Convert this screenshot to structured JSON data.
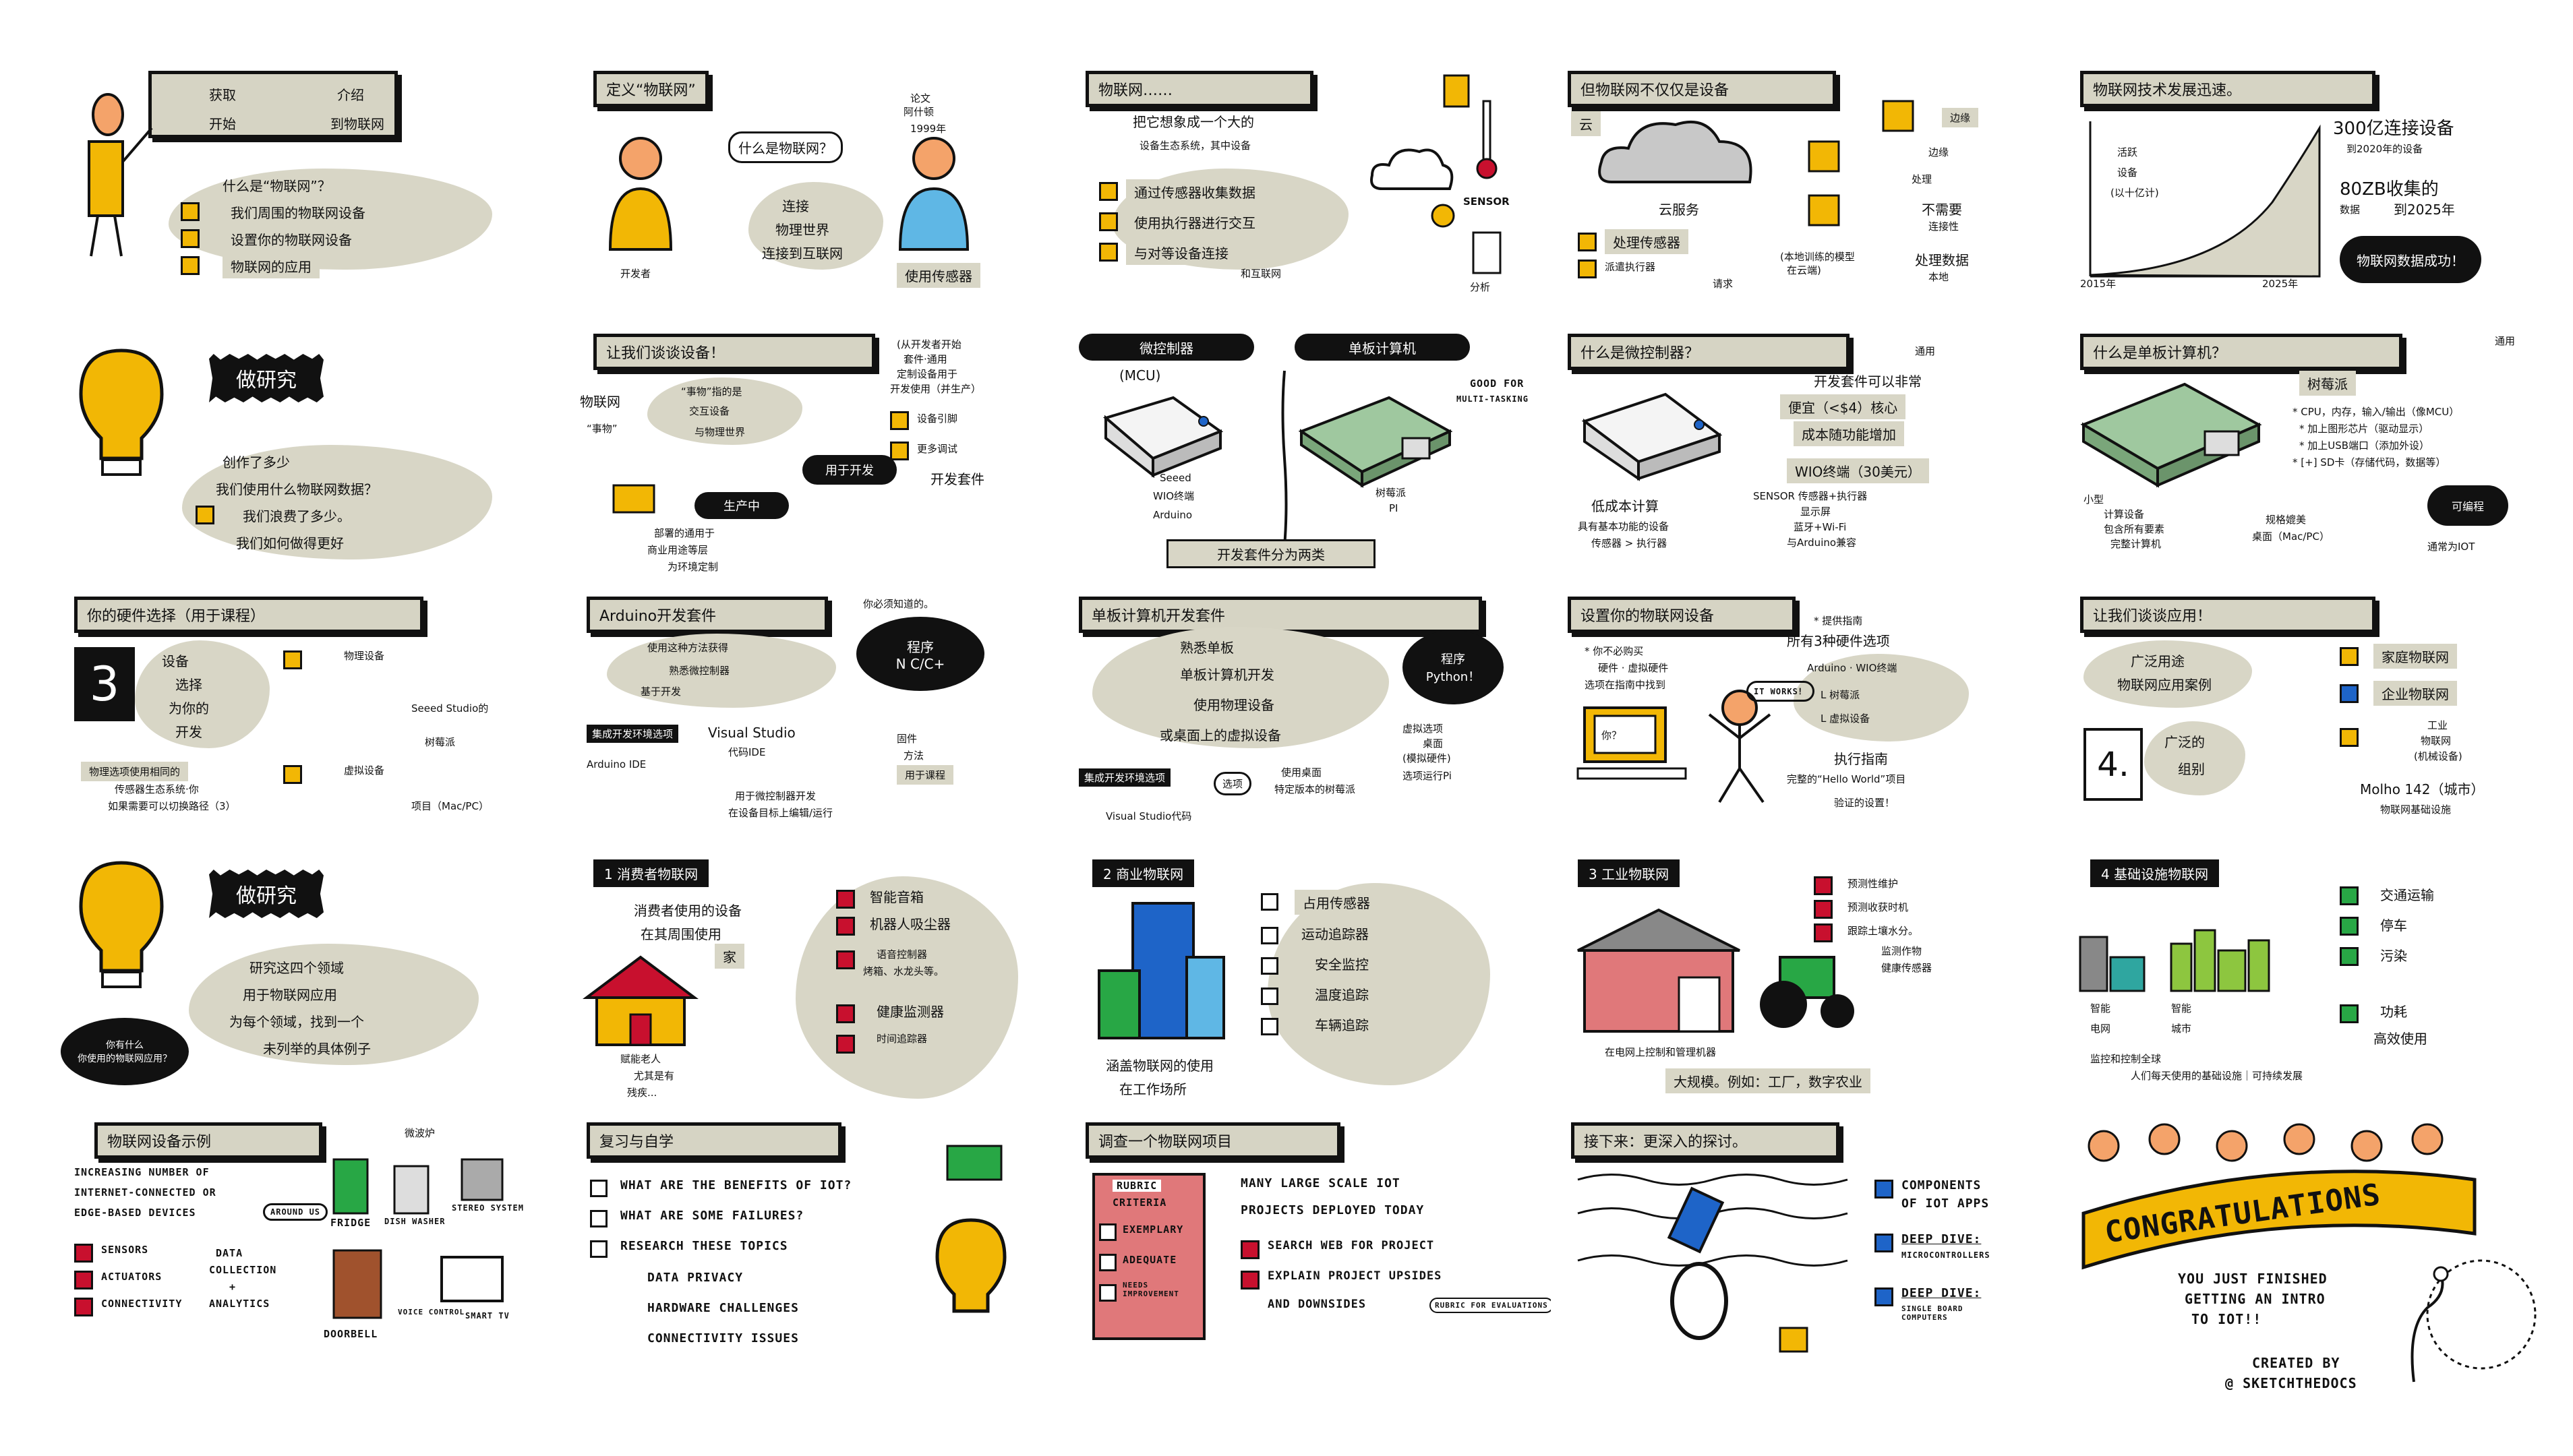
{
  "colors": {
    "tag": "#d8d6c6",
    "yellow": "#f2b705",
    "red": "#c8102e",
    "blue": "#1e64c8",
    "green": "#28a745",
    "ink": "#111111"
  },
  "p1": {
    "h1": "获取",
    "h2": "介绍",
    "h3": "开始",
    "h4": "到物联网",
    "q": "什么是“物联网”？",
    "i1": "我们周围的物联网设备",
    "i2": "设置你的物联网设备",
    "i3": "物联网的应用"
  },
  "p2": {
    "h": "定义“物联网”",
    "bubble": "什么是物联网？",
    "paper1": "论文",
    "paper2": "阿什顿",
    "paper3": "1999年",
    "c1": "连接",
    "c2": "物理世界",
    "c3": "连接到互联网",
    "dev": "开发者",
    "sensor": "使用传感器"
  },
  "p3": {
    "h": "物联网……",
    "t1": "把它想象成一个大的",
    "t2": "设备生态系统，其中设备",
    "i1": "通过传感器收集数据",
    "i2": "使用执行器进行交互",
    "i3": "与对等设备连接",
    "f": "和互联网",
    "l1": "SENSOR",
    "l2": "分析"
  },
  "p4": {
    "h": "但物联网不仅仅是设备",
    "cloud": "云",
    "edge": "边缘",
    "edge2": "边缘",
    "svc": "云服务",
    "proc": "处理传感器",
    "exec": "派遣执行器",
    "r1": "处理",
    "r2": "不需要",
    "r3": "连接性",
    "r4": "处理数据",
    "r5": "本地",
    "m1": "(本地训练的模型",
    "m2": "在云端)",
    "req": "请求"
  },
  "p5": {
    "h": "物联网技术发展迅速。",
    "y1": "活跃",
    "y2": "设备",
    "y3": "(以十亿计)",
    "s1": "300亿连接设备",
    "s2": "到2020年的设备",
    "s3": "80ZB收集的",
    "s4": "数据",
    "s5": "到2025年",
    "x1": "2015年",
    "x2": "2025年",
    "ok": "物联网数据成功！"
  },
  "p6": {
    "h": "做研究",
    "i1": "创作了多少",
    "i2": "我们使用什么物联网数据？",
    "i3": "我们浪费了多少。",
    "i4": "我们如何做得更好"
  },
  "p7": {
    "h": "让我们谈谈设备！",
    "l1": "物联网",
    "l2": "“事物”",
    "t1": "“事物”指的是",
    "t2": "交互设备",
    "t3": "与物理世界",
    "dev": "用于开发",
    "prod": "生产中",
    "p1": "部署的通用于",
    "p2": "商业用途等层",
    "p3": "为环境定制",
    "r1": "(从开发者开始",
    "r2": "套件·通用",
    "r3": "定制设备用于",
    "r4": "开发使用（并生产）",
    "k1": "设备引脚",
    "k2": "开发套件",
    "k3": "更多调试"
  },
  "p8": {
    "h1": "微控制器",
    "h2": "单板计算机",
    "mcu": "(MCU)",
    "s": "Seeed",
    "w": "WIO终端",
    "a": "Arduino",
    "r": "树莓派",
    "pi": "PI",
    "good": "Good for",
    "multi": "MULTI-TASKING",
    "f": "开发套件分为两类"
  },
  "p9": {
    "h": "什么是微控制器？",
    "gen": "通用",
    "t1": "开发套件可以非常",
    "t2": "便宜（<$4）核心",
    "t3": "成本随功能增加",
    "wio": "WIO终端（30美元）",
    "s1": "SENSOR  传感器+执行器",
    "s2": "显示屏",
    "s3": "蓝牙+Wi-Fi",
    "s4": "与Arduino兼容",
    "l1": "低成本计算",
    "l2": "具有基本功能的设备",
    "l3": "传感器 > 执行器"
  },
  "p10": {
    "h": "什么是单板计算机？",
    "gen": "通用",
    "pi": "树莓派",
    "b1": "* CPU，内存，输入/输出（像MCU）",
    "b2": "* 加上图形芯片（驱动显示）",
    "b3": "* 加上USB端口（添加外设）",
    "b4": "* [+] SD卡（存储代码，数据等）",
    "l1": "小型",
    "l2": "计算设备",
    "l3": "包含所有要素",
    "l4": "完整计算机",
    "m1": "规格媲美",
    "m2": "桌面（Mac/PC）",
    "pr": "可编程",
    "gen2": "通常为IOT"
  },
  "p11": {
    "h": "你的硬件选择（用于课程）",
    "n": "3",
    "s1": "设备",
    "s2": "选择",
    "s3": "为你的",
    "s4": "开发",
    "o1": "物理设备",
    "o2": "虚拟设备",
    "t1": "物理选项使用相同的",
    "t2": "传感器生态系统·你",
    "t3": "如果需要可以切换路径（3）",
    "seeed": "Seeed Studio的",
    "pi": "树莓派",
    "mac": "项目（Mac/PC）"
  },
  "p12": {
    "h": "Arduino开发套件",
    "must": "你必须知道的。",
    "prog": "程序",
    "lang": "N C/C+",
    "t1": "使用这种方法获得",
    "t2": "熟悉微控制器",
    "t3": "基于开发",
    "ide": "集成开发环境选项",
    "a": "Arduino IDE",
    "vs": "Visual Studio",
    "vs2": "代码IDE",
    "tx": "用于微控制器开发",
    "tx2": "在设备目标上编辑/运行",
    "r1": "固件",
    "r2": "方法",
    "r3": "用于课程"
  },
  "p13": {
    "h": "单板计算机开发套件",
    "prog": "程序",
    "py": "Python！",
    "t1": "熟悉单板",
    "t2": "单板计算机开发",
    "t3": "使用物理设备",
    "t4": "或桌面上的虚拟设备",
    "v1": "虚拟选项",
    "v2": "桌面",
    "v3": "(模拟硬件)",
    "pi": "选项运行Pi",
    "ide": "集成开发环境选项",
    "opt": "选项",
    "u1": "使用桌面",
    "u2": "特定版本的树莓派",
    "vsc": "Visual Studio代码"
  },
  "p14": {
    "h": "设置你的物联网设备",
    "b1": "* 你不必购买",
    "b2": "硬件 · 虚拟硬件",
    "b3": "选项在指南中找到",
    "g1": "* 提供指南",
    "g2": "所有3种硬件选项",
    "g3": "Arduino · WIO终端",
    "g4": "L 树莓派",
    "g5": "L 虚拟设备",
    "you": "你？",
    "works": "IT WORKS！",
    "e1": "执行指南",
    "e2": "完整的“Hello World”项目",
    "e3": "验证的设置！"
  },
  "p15": {
    "h": "让我们谈谈应用！",
    "w1": "广泛用途",
    "w2": "物联网应用案例",
    "n": "4.",
    "g1": "广泛的",
    "g2": "组别",
    "c1": "家庭物联网",
    "c2": "企业物联网",
    "c3": "工业",
    "c4": "物联网",
    "c5": "(机械设备)",
    "c6": "Molho 142（城市）",
    "c7": "物联网基础设施"
  },
  "p16": {
    "h": "做研究",
    "i1": "研究这四个领域",
    "i2": "用于物联网应用",
    "i3": "为每个领域，找到一个",
    "i4": "未列举的具体例子",
    "q1": "你有什么",
    "q2": "你使用的物联网应用？"
  },
  "p17": {
    "h": "1 消费者物联网",
    "t1": "消费者使用的设备",
    "t2": "在其周围使用",
    "t3": "家",
    "c1": "智能音箱",
    "c2": "机器人吸尘器",
    "c3": "语音控制器",
    "c4": "烤箱、水龙头等。",
    "c5": "健康监测器",
    "c6": "时间追踪器",
    "e1": "赋能老人",
    "e2": "尤其是有",
    "e3": "残疾..."
  },
  "p18": {
    "h": "2 商业物联网",
    "c1": "占用传感器",
    "c2": "运动追踪器",
    "c3": "安全监控",
    "c4": "温度追踪",
    "c5": "车辆追踪",
    "t1": "涵盖物联网的使用",
    "t2": "在工作场所"
  },
  "p19": {
    "h": "3 工业物联网",
    "c1": "预测性维护",
    "c2": "预测收获时机",
    "c3": "跟踪土壤水分。",
    "c4": "监测作物",
    "c5": "健康传感器",
    "t1": "在电网上控制和管理机器",
    "t2": "大规模。例如：工厂，数字农业"
  },
  "p20": {
    "h": "4 基础设施物联网",
    "c1": "交通运输",
    "c2": "停车",
    "c3": "污染",
    "c4": "功耗",
    "c5": "高效使用",
    "t1": "智能",
    "t2": "电网",
    "t3": "智能",
    "t4": "城市",
    "t5": "监控和控制全球",
    "t6": "人们每天使用的基础设施｜可持续发展"
  },
  "p21": {
    "h": "物联网设备示例",
    "d1": "increasing number of",
    "d2": "internet-connected or",
    "d3": "edge-based devices",
    "around": "AROUND US",
    "s": "sensors",
    "a": "actuators",
    "c": "connectivity",
    "dc1": "data",
    "dc2": "collection",
    "dc3": "+",
    "dc4": "analytics",
    "fr": "fridge",
    "dw": "dish washer",
    "st": "stereo system",
    "db": "doorbell",
    "vc": "voice control",
    "tv": "smart tv",
    "mw": "微波炉"
  },
  "p22": {
    "h": "复习与自学",
    "q1": "what are the benefits of IoT?",
    "q2": "what are some failures?",
    "q3": "research these topics",
    "t1": "data privacy",
    "t2": "hardware challenges",
    "t3": "connectivity issues"
  },
  "p23": {
    "h": "调查一个物联网项目",
    "r0": "RUBRIC",
    "r1": "criteria",
    "r2": "exemplary",
    "r3": "adequate",
    "r4": "needs improvement",
    "m1": "many large scale IoT",
    "m2": "projects deployed today",
    "s1": "search web for project",
    "s2": "explain project upsides",
    "s3": "and downsides",
    "rub": "rubric for evaluations"
  },
  "p24": {
    "h": "接下来：更深入的探讨。",
    "c1": "components",
    "c2": "of IoT apps",
    "d1": "deep dive:",
    "d2": "microcontrollers",
    "d3": "deep dive:",
    "d4": "single board computers"
  },
  "p25": {
    "c": "CONGRATULATIONS",
    "s1": "you just finished",
    "s2": "getting an intro",
    "s3": "to IoT!!",
    "cb": "CREATED BY",
    "sd": "@ SKETCHTHEDOCS"
  }
}
